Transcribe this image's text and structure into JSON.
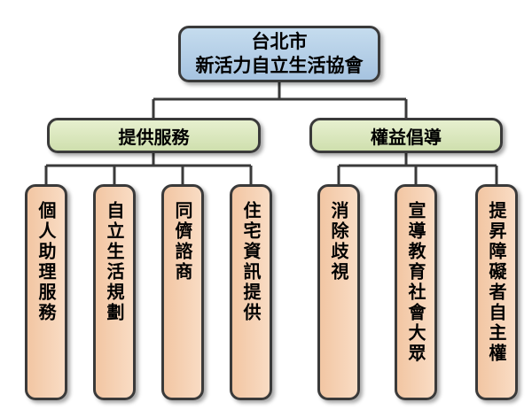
{
  "root": {
    "text": "台北市\n新活力自立生活協會"
  },
  "categories": [
    {
      "label": "提供服務",
      "items": [
        "個人助理服務",
        "自立生活規劃",
        "同儕諮商",
        "住宅資訊提供"
      ]
    },
    {
      "label": "權益倡導",
      "items": [
        "消除歧視",
        "宣導教育社會大眾",
        "提昇障礙者自主權"
      ]
    }
  ],
  "colors": {
    "root_fill": "#b3cde6",
    "category_fill": "#dbe8c0",
    "leaf_fill": "#f6d3b8",
    "border": "#3a3a3a",
    "connector": "#3a3a3a"
  }
}
